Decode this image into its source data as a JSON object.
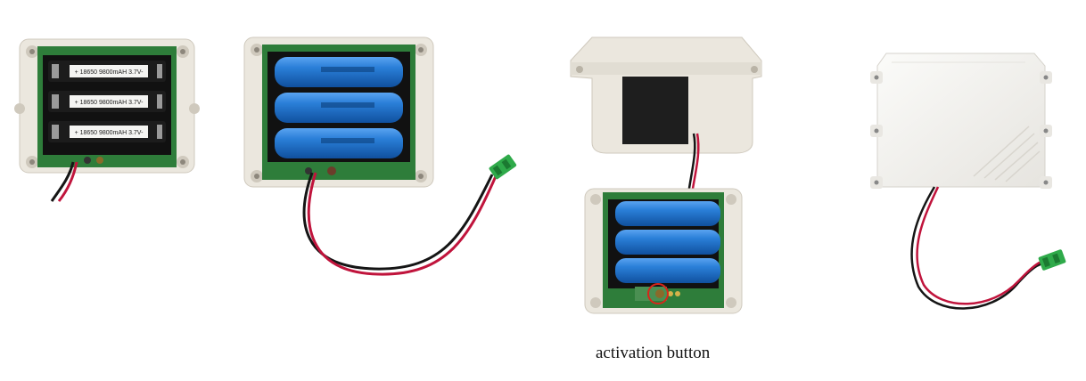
{
  "caption": "activation button",
  "cell_labels": [
    "+ 18650 9800mAH 3.7V-",
    "+ 18650 9800mAH 3.7V-",
    "+ 18650 9800mAH 3.7V-"
  ],
  "colors": {
    "housing": "#ebe7de",
    "housing_shade": "#d6d1c6",
    "pcb": "#2e7d3a",
    "battery": "#1f6fc8",
    "holder": "#111111",
    "wire_red": "#c0143c",
    "wire_black": "#151515",
    "terminal": "#2faa4a",
    "highlight": "#d8261b"
  }
}
